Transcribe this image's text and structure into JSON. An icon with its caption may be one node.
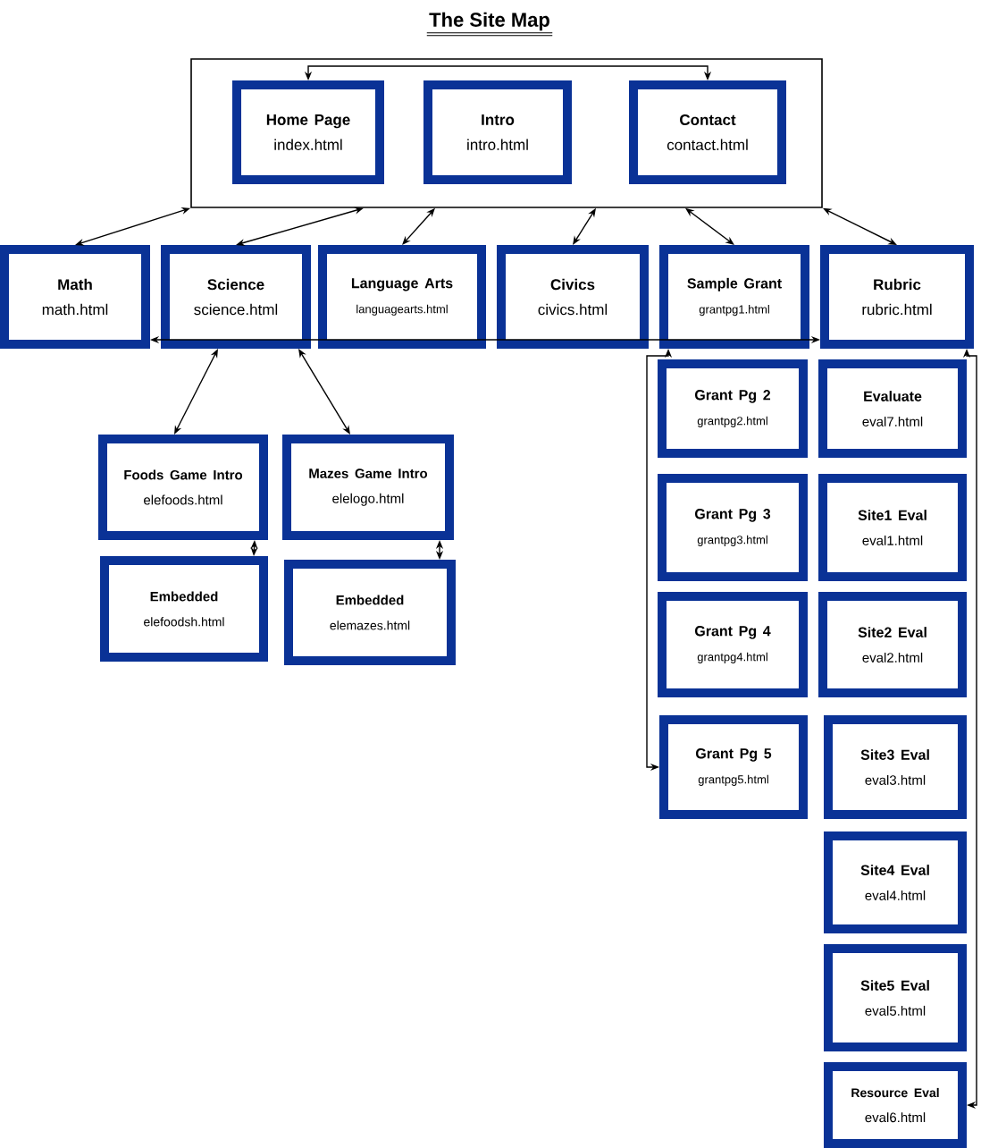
{
  "diagram": {
    "title": "The Site Map",
    "nodes": [
      {
        "text": [],
        "shape": "box"
      },
      {
        "text": [
          "Home Page",
          "index.html"
        ],
        "in": 0
      },
      {
        "text": [
          "Intro",
          "intro.html"
        ],
        "in": 0
      },
      {
        "text": [
          "Contact",
          "contact.html"
        ],
        "in": 0
      },
      {
        "text": [
          "Math",
          "math.html"
        ]
      },
      {
        "text": [
          "Science",
          "science.html"
        ]
      },
      {
        "text": [
          "Language Arts",
          "languagearts.html"
        ]
      },
      {
        "text": [
          "Civics",
          "civics.html"
        ]
      },
      {
        "text": [
          "Sample Grant",
          "grantpg1.html"
        ]
      },
      {
        "text": [
          "Rubric",
          "rubric.html"
        ]
      },
      {
        "text": [
          "Foods Game Intro",
          "elefoods.html"
        ]
      },
      {
        "text": [
          "Mazes Game Intro",
          "elelogo.html"
        ]
      },
      {
        "text": [
          "Embedded",
          "elefoodsh.html"
        ]
      },
      {
        "text": [
          "Embedded",
          "elemazes.html"
        ]
      },
      {
        "text": [
          "Grant Pg 2",
          "grantpg2.html"
        ]
      },
      {
        "text": [
          "Evaluate",
          "eval7.html"
        ]
      },
      {
        "text": [
          "Grant Pg 3",
          "grantpg3.html"
        ]
      },
      {
        "text": [
          "Site1 Eval",
          "eval1.html"
        ]
      },
      {
        "text": [
          "Grant Pg 4",
          "grantpg4.html"
        ]
      },
      {
        "text": [
          "Site2 Eval",
          "eval2.html"
        ]
      },
      {
        "text": [
          "Grant Pg 5",
          "grantpg5.html"
        ]
      },
      {
        "text": [
          "Site3 Eval",
          "eval3.html"
        ]
      },
      {
        "text": [
          "Site4 Eval",
          "eval4.html"
        ]
      },
      {
        "text": [
          "Site5 Eval",
          "eval5.html"
        ]
      },
      {
        "text": [
          "Resource Eval",
          "eval6.html"
        ]
      }
    ],
    "edges": [
      {
        "from": 1,
        "to": 3,
        "arrow": "both"
      },
      {
        "from": 0,
        "to": 4,
        "arrow": "both"
      },
      {
        "from": 0,
        "to": 5,
        "arrow": "both"
      },
      {
        "from": 0,
        "to": 6,
        "arrow": "both"
      },
      {
        "from": 0,
        "to": 7,
        "arrow": "both"
      },
      {
        "from": 0,
        "to": 8,
        "arrow": "both"
      },
      {
        "from": 0,
        "to": 9,
        "arrow": "both"
      },
      {
        "from": 4,
        "to": 9,
        "arrow": "both"
      },
      {
        "from": 5,
        "to": 10,
        "arrow": "both"
      },
      {
        "from": 5,
        "to": 11,
        "arrow": "both"
      },
      {
        "from": 10,
        "to": 12,
        "arrow": "both"
      },
      {
        "from": 11,
        "to": 13,
        "arrow": "both"
      },
      {
        "from": 8,
        "to": 20,
        "arrow": "both"
      },
      {
        "from": 9,
        "to": 24,
        "arrow": "both"
      }
    ]
  }
}
